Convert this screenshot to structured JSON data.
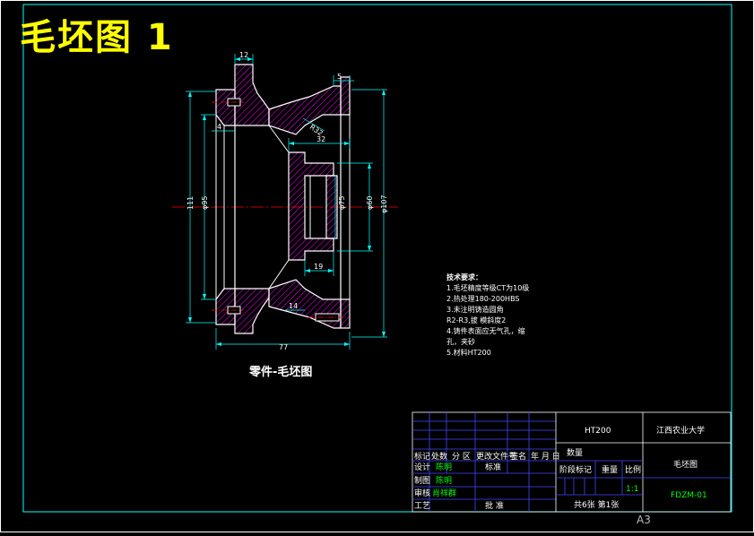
{
  "drawing_title": "毛坯图 1",
  "caption": "零件-毛坯图",
  "sheet_size": "A3",
  "colors": {
    "background": "#000000",
    "border": "#00ffff",
    "outline": "#ffffff",
    "hatch": "#ff00ff",
    "dimension": "#00ffff",
    "center": "#ff0000",
    "title_text": "#ffff00",
    "table_value": "#00ff00",
    "table_line": "#4444ff"
  },
  "dimensions": {
    "d12": "12",
    "d5": "5",
    "d4": "4",
    "r32": "R32",
    "d32": "32",
    "d111": "111",
    "phi95": "φ95",
    "phi75": "φ75",
    "phi60": "φ60",
    "phi107": "φ107",
    "d19": "19",
    "d14": "14",
    "d77": "77"
  },
  "tech_notes": {
    "heading": "技术要求：",
    "lines": [
      "1.毛坯精度等级CT为10级",
      "2.热处理180-200HBS",
      "3.未注明铸造圆角",
      "R2-R3,拔    模斜度2",
      "4.铸件表面应无气孔，缩",
      "孔，夹砂",
      "5.材料HT200"
    ]
  },
  "title_block": {
    "material": "HT200",
    "organization": "江西农业大学",
    "quantity_label": "数量",
    "drawing_name": "毛坯图",
    "stage_mark_label": "阶段标记",
    "weight_label": "重量",
    "scale_label": "比例",
    "scale_value": "1:1",
    "drawing_no": "FDZM-01",
    "sheet_info": "共6张   第1张",
    "rev_headers": [
      "标记",
      "处数",
      "分 区",
      "更改文件号",
      "签名",
      "年 月 日"
    ],
    "rows": [
      {
        "label": "设计",
        "name": "陈明",
        "label2": "标准"
      },
      {
        "label": "制图",
        "name": "陈明",
        "label2": ""
      },
      {
        "label": "审核",
        "name": "肖祥群",
        "label2": ""
      },
      {
        "label": "工艺",
        "name": "",
        "label2": "批 准"
      }
    ]
  }
}
